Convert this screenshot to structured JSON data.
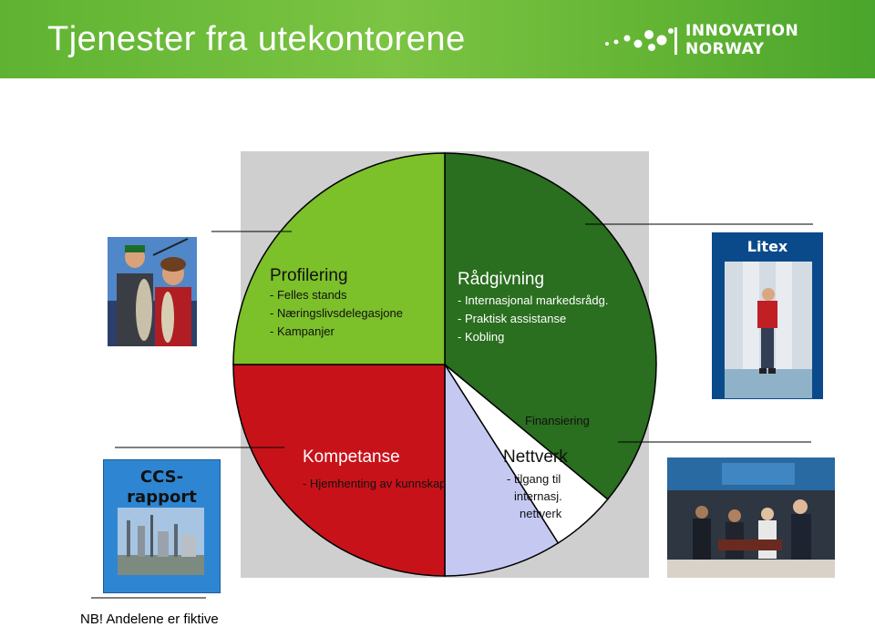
{
  "header": {
    "title": "Tjenester fra utekontorene",
    "logo_line1": "INNOVATION",
    "logo_line2": "NORWAY"
  },
  "chart_data": {
    "type": "pie",
    "slices": [
      {
        "name": "Rådgivning",
        "value": 36,
        "color": "#2a6e1f",
        "items": [
          "- Internasjonal markedsrådg.",
          "- Praktisk assistanse",
          "- Kobling"
        ]
      },
      {
        "name": "Finansiering",
        "value": 5,
        "color": "#ffffff",
        "items": []
      },
      {
        "name": "Nettverk",
        "value": 9,
        "color": "#c5c9f2",
        "items": [
          "- tilgang til",
          "internasj.",
          "nettverk"
        ]
      },
      {
        "name": "Kompetanse",
        "value": 25,
        "color": "#c8121a",
        "items": [
          "- Hjemhenting av kunnskap"
        ]
      },
      {
        "name": "Profilering",
        "value": 25,
        "color": "#7cc02a",
        "items": [
          "- Felles stands",
          "- Næringslivsdelegasjone",
          "- Kampanjer"
        ]
      }
    ]
  },
  "litex": {
    "label": "Litex"
  },
  "ccs": {
    "label": "CCS-\nrapport"
  },
  "note": "NB! Andelene er fiktive"
}
